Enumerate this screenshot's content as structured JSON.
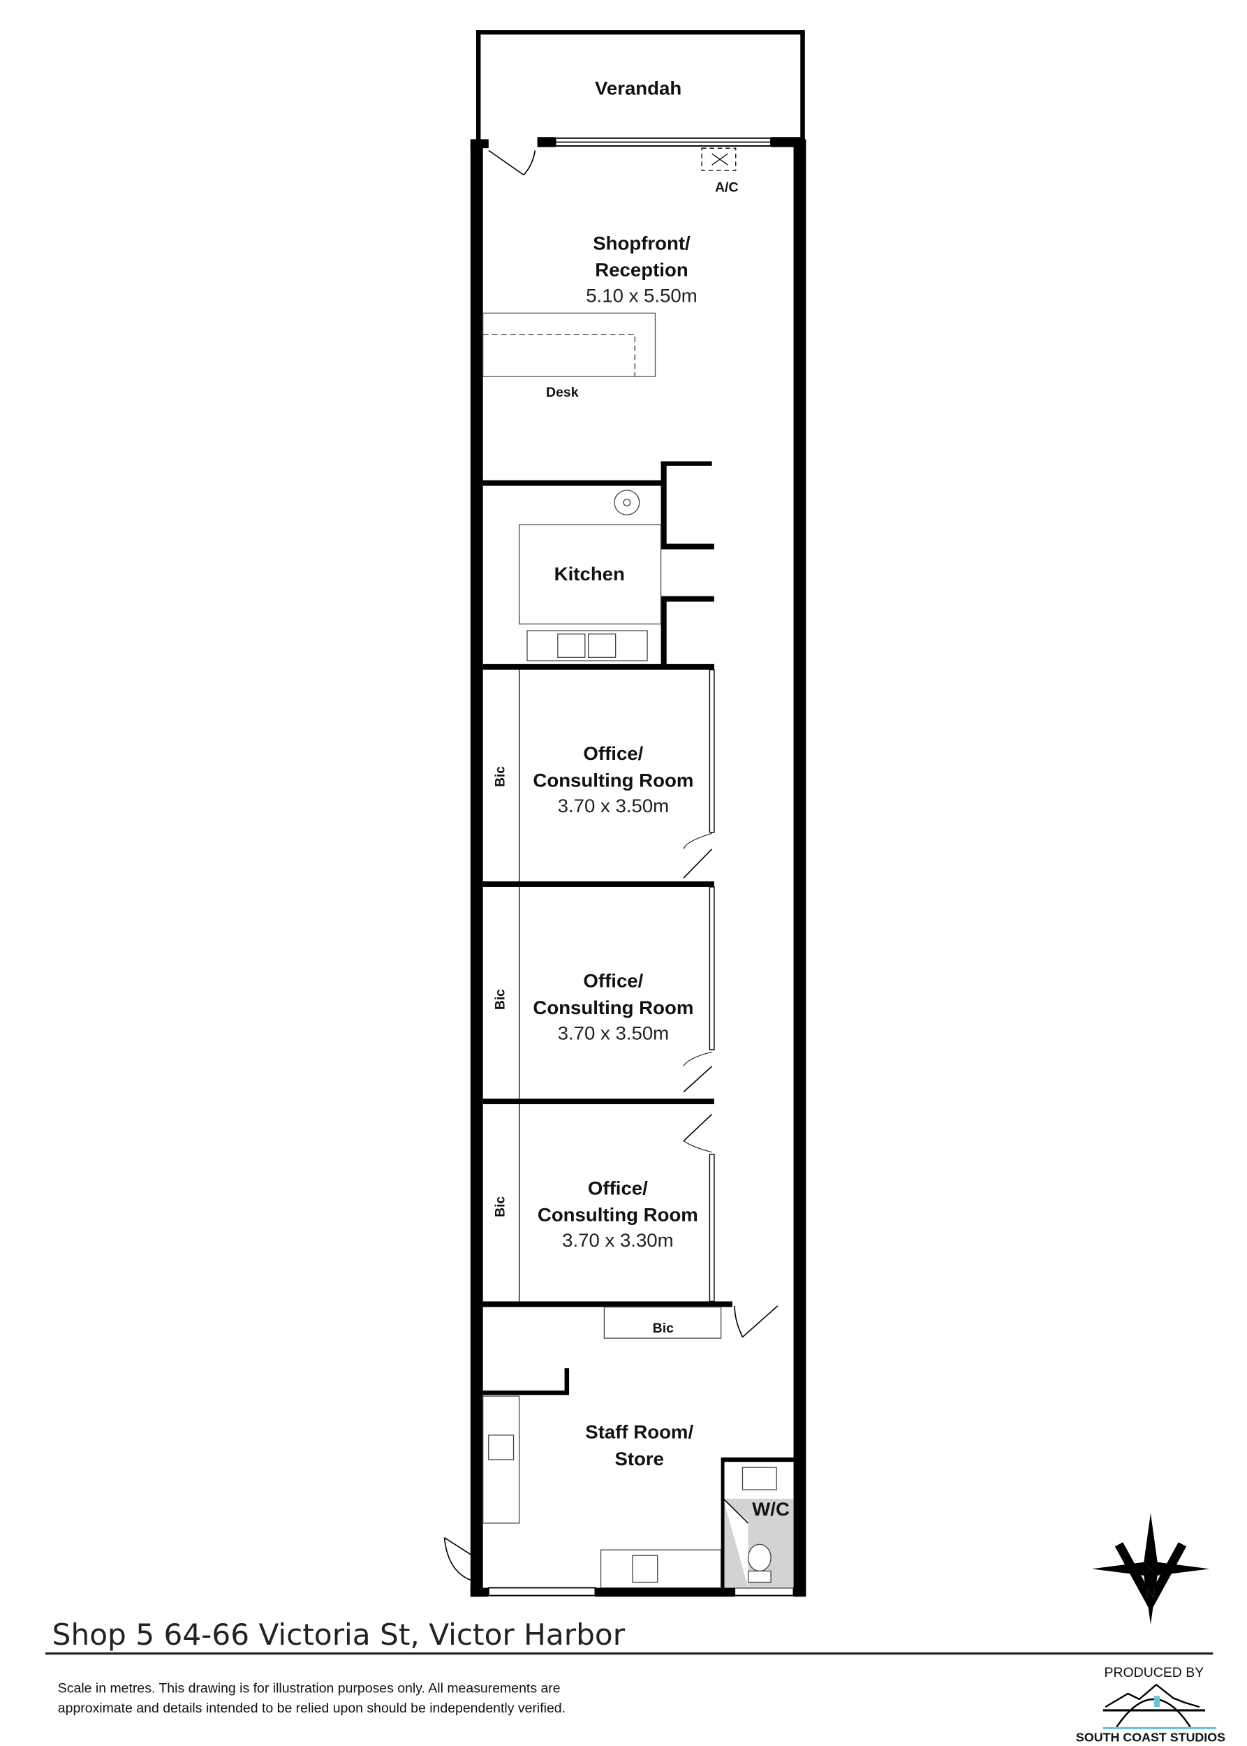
{
  "rooms": {
    "verandah": "Verandah",
    "ac": "A/C",
    "shopfront_1": "Shopfront/",
    "shopfront_2": "Reception",
    "shopfront_dim": "5.10 x 5.50m",
    "desk": "Desk",
    "kitchen": "Kitchen",
    "office1_1": "Office/",
    "office1_2": "Consulting Room",
    "office1_dim": "3.70 x 3.50m",
    "office2_1": "Office/",
    "office2_2": "Consulting Room",
    "office2_dim": "3.70 x 3.50m",
    "office3_1": "Office/",
    "office3_2": "Consulting Room",
    "office3_dim": "3.70 x 3.30m",
    "bic": "Bic",
    "staff_1": "Staff Room/",
    "staff_2": "Store",
    "wc": "W/C"
  },
  "footer": {
    "address": "Shop 5 64-66 Victoria St, Victor Harbor",
    "disclaimer_1": "Scale in metres. This drawing is for illustration purposes only. All measurements are",
    "disclaimer_2": "approximate and details intended to be relied upon should be independently verified.",
    "produced_by": "PRODUCED BY",
    "brand": "SOUTH COAST STUDIOS",
    "compass_letter": "N"
  },
  "colors": {
    "wall": "#000000",
    "wc_fill": "#d3d3d3",
    "brand_accent": "#6cc3d5"
  }
}
